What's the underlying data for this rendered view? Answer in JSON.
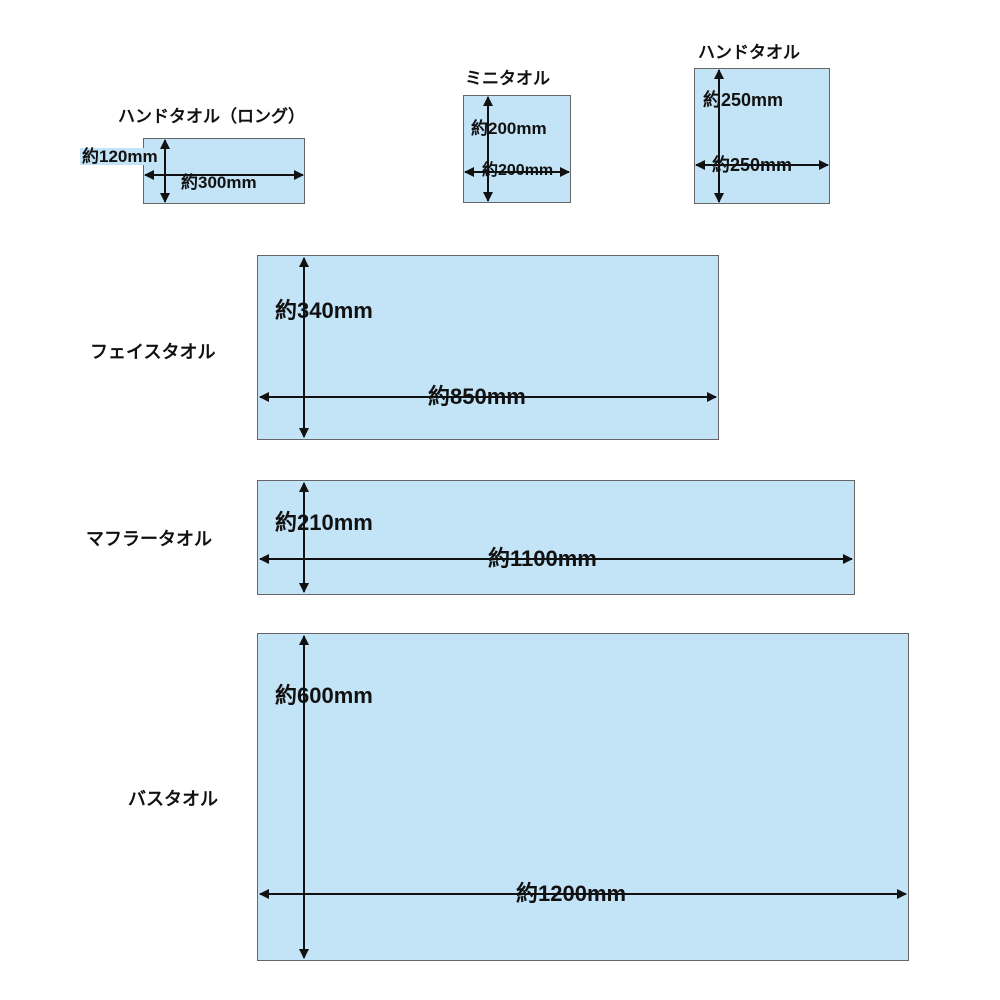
{
  "towels": [
    {
      "id": "hand-towel-long",
      "name": "ハンドタオル（ロング）",
      "height_label": "約120mm",
      "width_label": "約300mm",
      "height_mm": 120,
      "width_mm": 300
    },
    {
      "id": "mini-towel",
      "name": "ミニタオル",
      "height_label": "約200mm",
      "width_label": "約200mm",
      "height_mm": 200,
      "width_mm": 200
    },
    {
      "id": "hand-towel",
      "name": "ハンドタオル",
      "height_label": "約250mm",
      "width_label": "約250mm",
      "height_mm": 250,
      "width_mm": 250
    },
    {
      "id": "face-towel",
      "name": "フェイスタオル",
      "height_label": "約340mm",
      "width_label": "約850mm",
      "height_mm": 340,
      "width_mm": 850
    },
    {
      "id": "muffler-towel",
      "name": "マフラータオル",
      "height_label": "約210mm",
      "width_label": "約1100mm",
      "height_mm": 210,
      "width_mm": 1100
    },
    {
      "id": "bath-towel",
      "name": "バスタオル",
      "height_label": "約600mm",
      "width_label": "約1200mm",
      "height_mm": 600,
      "width_mm": 1200
    }
  ],
  "colors": {
    "fill": "#c3e3f7",
    "border": "#666666",
    "arrow": "#111111"
  }
}
